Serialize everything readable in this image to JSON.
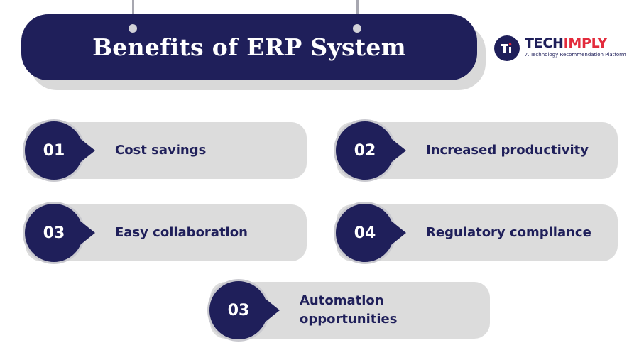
{
  "title": "Benefits of ERP System",
  "brand": {
    "name_part1": "TECH",
    "name_part2": "IMPLY",
    "tagline": "A Technology Recommendation Platform"
  },
  "items": [
    {
      "number": "01",
      "label": "Cost savings"
    },
    {
      "number": "02",
      "label": "Increased productivity"
    },
    {
      "number": "03",
      "label": "Easy collaboration"
    },
    {
      "number": "04",
      "label": "Regulatory compliance"
    },
    {
      "number": "03",
      "label": "Automation opportunities"
    }
  ],
  "colors": {
    "navy": "#1f1f5a",
    "accent_red": "#e32b3c",
    "card_gray": "#dcdcdc"
  }
}
